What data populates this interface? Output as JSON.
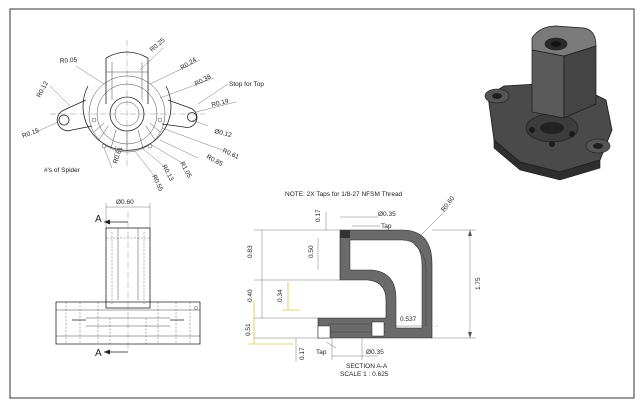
{
  "top_view": {
    "labels": {
      "r005": "R0.05",
      "r012_left": "R0.12",
      "r015": "R0.15",
      "r025": "R0.25",
      "r024": "R0.24",
      "r038": "R0.38",
      "r019": "R0.19",
      "d012": "Ø0.12",
      "r061_right": "R0.61",
      "r085": "R0.85",
      "r105": "R1.05",
      "r013": "R0.13",
      "r055": "R0.55",
      "r061_left": "R0.61",
      "stop_for_top": "Stop for Top",
      "spider_count": "#'s of Spider"
    }
  },
  "front_view": {
    "top_dim": "Ø0.60",
    "section_mark": "A"
  },
  "section_view": {
    "note": "NOTE: 2X Taps for 1/8-27 NFSM Thread",
    "dims": {
      "d035_top": "Ø0.35",
      "tap_top": "Tap",
      "r060": "R0.60",
      "v017_top": "0.17",
      "v050": "0.50",
      "v083": "0.83",
      "v040": "0.40",
      "v034": "0.34",
      "v051": "0.51",
      "v017_bottom": "0.17",
      "h0537": "0.537",
      "v175": "1.75",
      "tap_bottom": "Tap",
      "d035_bottom": "Ø0.35"
    },
    "title": "SECTION A-A",
    "scale": "SCALE 1 : 0.625"
  }
}
